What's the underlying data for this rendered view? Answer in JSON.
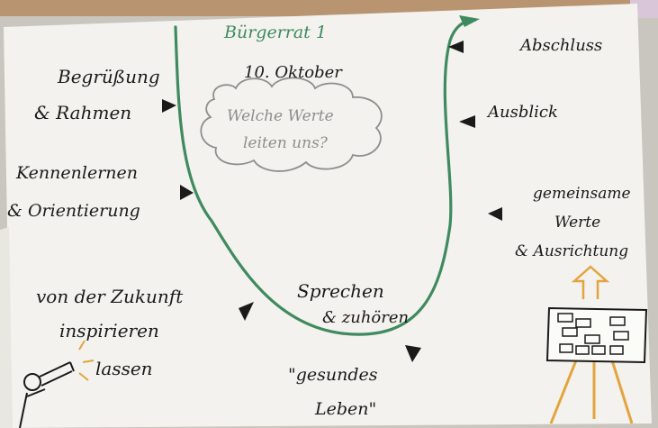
{
  "title_lines": [
    "Bürgerrat 1",
    "10. Oktober"
  ],
  "cloud_lines": [
    "Welche Werte",
    "leiten uns?"
  ],
  "stages": {
    "begruessung": [
      "Begrüßung",
      "& Rahmen"
    ],
    "kennenlernen": [
      "Kennenlernen",
      "& Orientierung"
    ],
    "zukunft": [
      "von der Zukunft",
      "inspirieren",
      "lassen"
    ],
    "sprechen": [
      "Sprechen",
      "& zuhören"
    ],
    "gesundes_leben": [
      "\"gesundes",
      "Leben\""
    ],
    "werte": [
      "gemeinsame",
      "Werte",
      "& Ausrichtung"
    ],
    "ausblick": [
      "Ausblick"
    ],
    "abschluss": [
      "Abschluss"
    ]
  },
  "colors": {
    "ink": "#1a1a1a",
    "green": "#3f8a5f",
    "gray": "#8e8e8e",
    "orange": "#e3a43d",
    "paper": "#f4f3ef",
    "wall": "#c8c4bf"
  }
}
